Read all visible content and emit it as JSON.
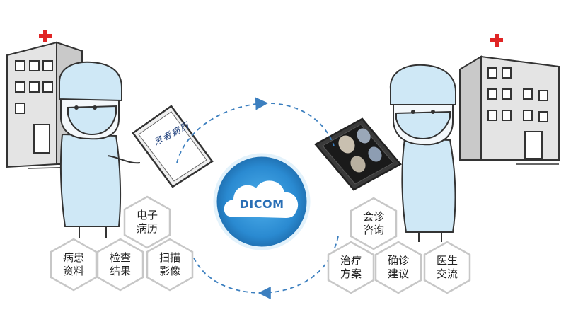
{
  "center": {
    "label": "DICOM"
  },
  "left_tablet": {
    "text": "患者病历"
  },
  "left_hexes": [
    {
      "line1": "电子",
      "line2": "病历"
    },
    {
      "line1": "病患",
      "line2": "资料"
    },
    {
      "line1": "检查",
      "line2": "结果"
    },
    {
      "line1": "扫描",
      "line2": "影像"
    }
  ],
  "right_hexes": [
    {
      "line1": "会诊",
      "line2": "咨询"
    },
    {
      "line1": "治疗",
      "line2": "方案"
    },
    {
      "line1": "确诊",
      "line2": "建议"
    },
    {
      "line1": "医生",
      "line2": "交流"
    }
  ],
  "colors": {
    "accent_blue": "#2a8ad1",
    "scrub_blue": "#cfe8f6",
    "cross_red": "#e02525",
    "building_gray": "#d8d8d8",
    "outline": "#333333"
  }
}
